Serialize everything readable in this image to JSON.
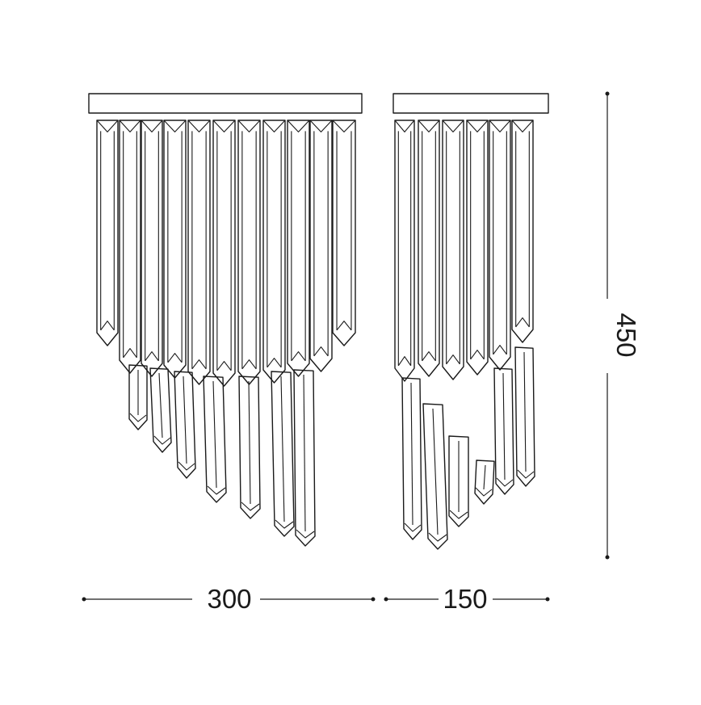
{
  "dimensions": {
    "width_label": "300",
    "depth_label": "150",
    "height_label": "450"
  }
}
